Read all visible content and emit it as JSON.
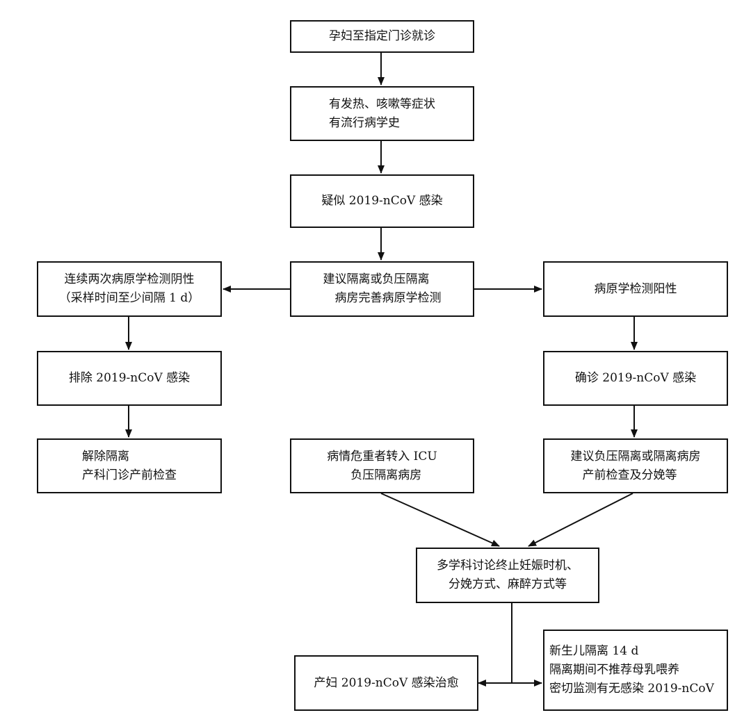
{
  "nodes": {
    "n1": {
      "lines": [
        "孕妇至指定门诊就诊"
      ]
    },
    "n2": {
      "lines": [
        "有发热、咳嗽等症状",
        "有流行病学史"
      ]
    },
    "n3": {
      "lines": [
        "疑似 2019-nCoV 感染"
      ]
    },
    "n4": {
      "lines": [
        "建议隔离或负压隔离",
        "病房完善病原学检测"
      ]
    },
    "n5": {
      "lines": [
        "连续两次病原学检测阴性",
        "（采样时间至少间隔 1 d）"
      ]
    },
    "n6": {
      "lines": [
        "病原学检测阳性"
      ]
    },
    "n7": {
      "lines": [
        "排除 2019-nCoV 感染"
      ]
    },
    "n8": {
      "lines": [
        "确诊 2019-nCoV 感染"
      ]
    },
    "n9": {
      "lines": [
        "解除隔离",
        "产科门诊产前检查"
      ]
    },
    "n10": {
      "lines": [
        "病情危重者转入 ICU",
        "负压隔离病房"
      ]
    },
    "n11": {
      "lines": [
        "建议负压隔离或隔离病房",
        "产前检查及分娩等"
      ]
    },
    "n12": {
      "lines": [
        "多学科讨论终止妊娠时机、",
        "分娩方式、麻醉方式等"
      ]
    },
    "n13": {
      "lines": [
        "产妇 2019-nCoV 感染治愈"
      ]
    },
    "n14": {
      "lines": [
        "新生儿隔离 14 d",
        "隔离期间不推荐母乳喂养",
        "密切监测有无感染 2019-nCoV"
      ]
    }
  }
}
